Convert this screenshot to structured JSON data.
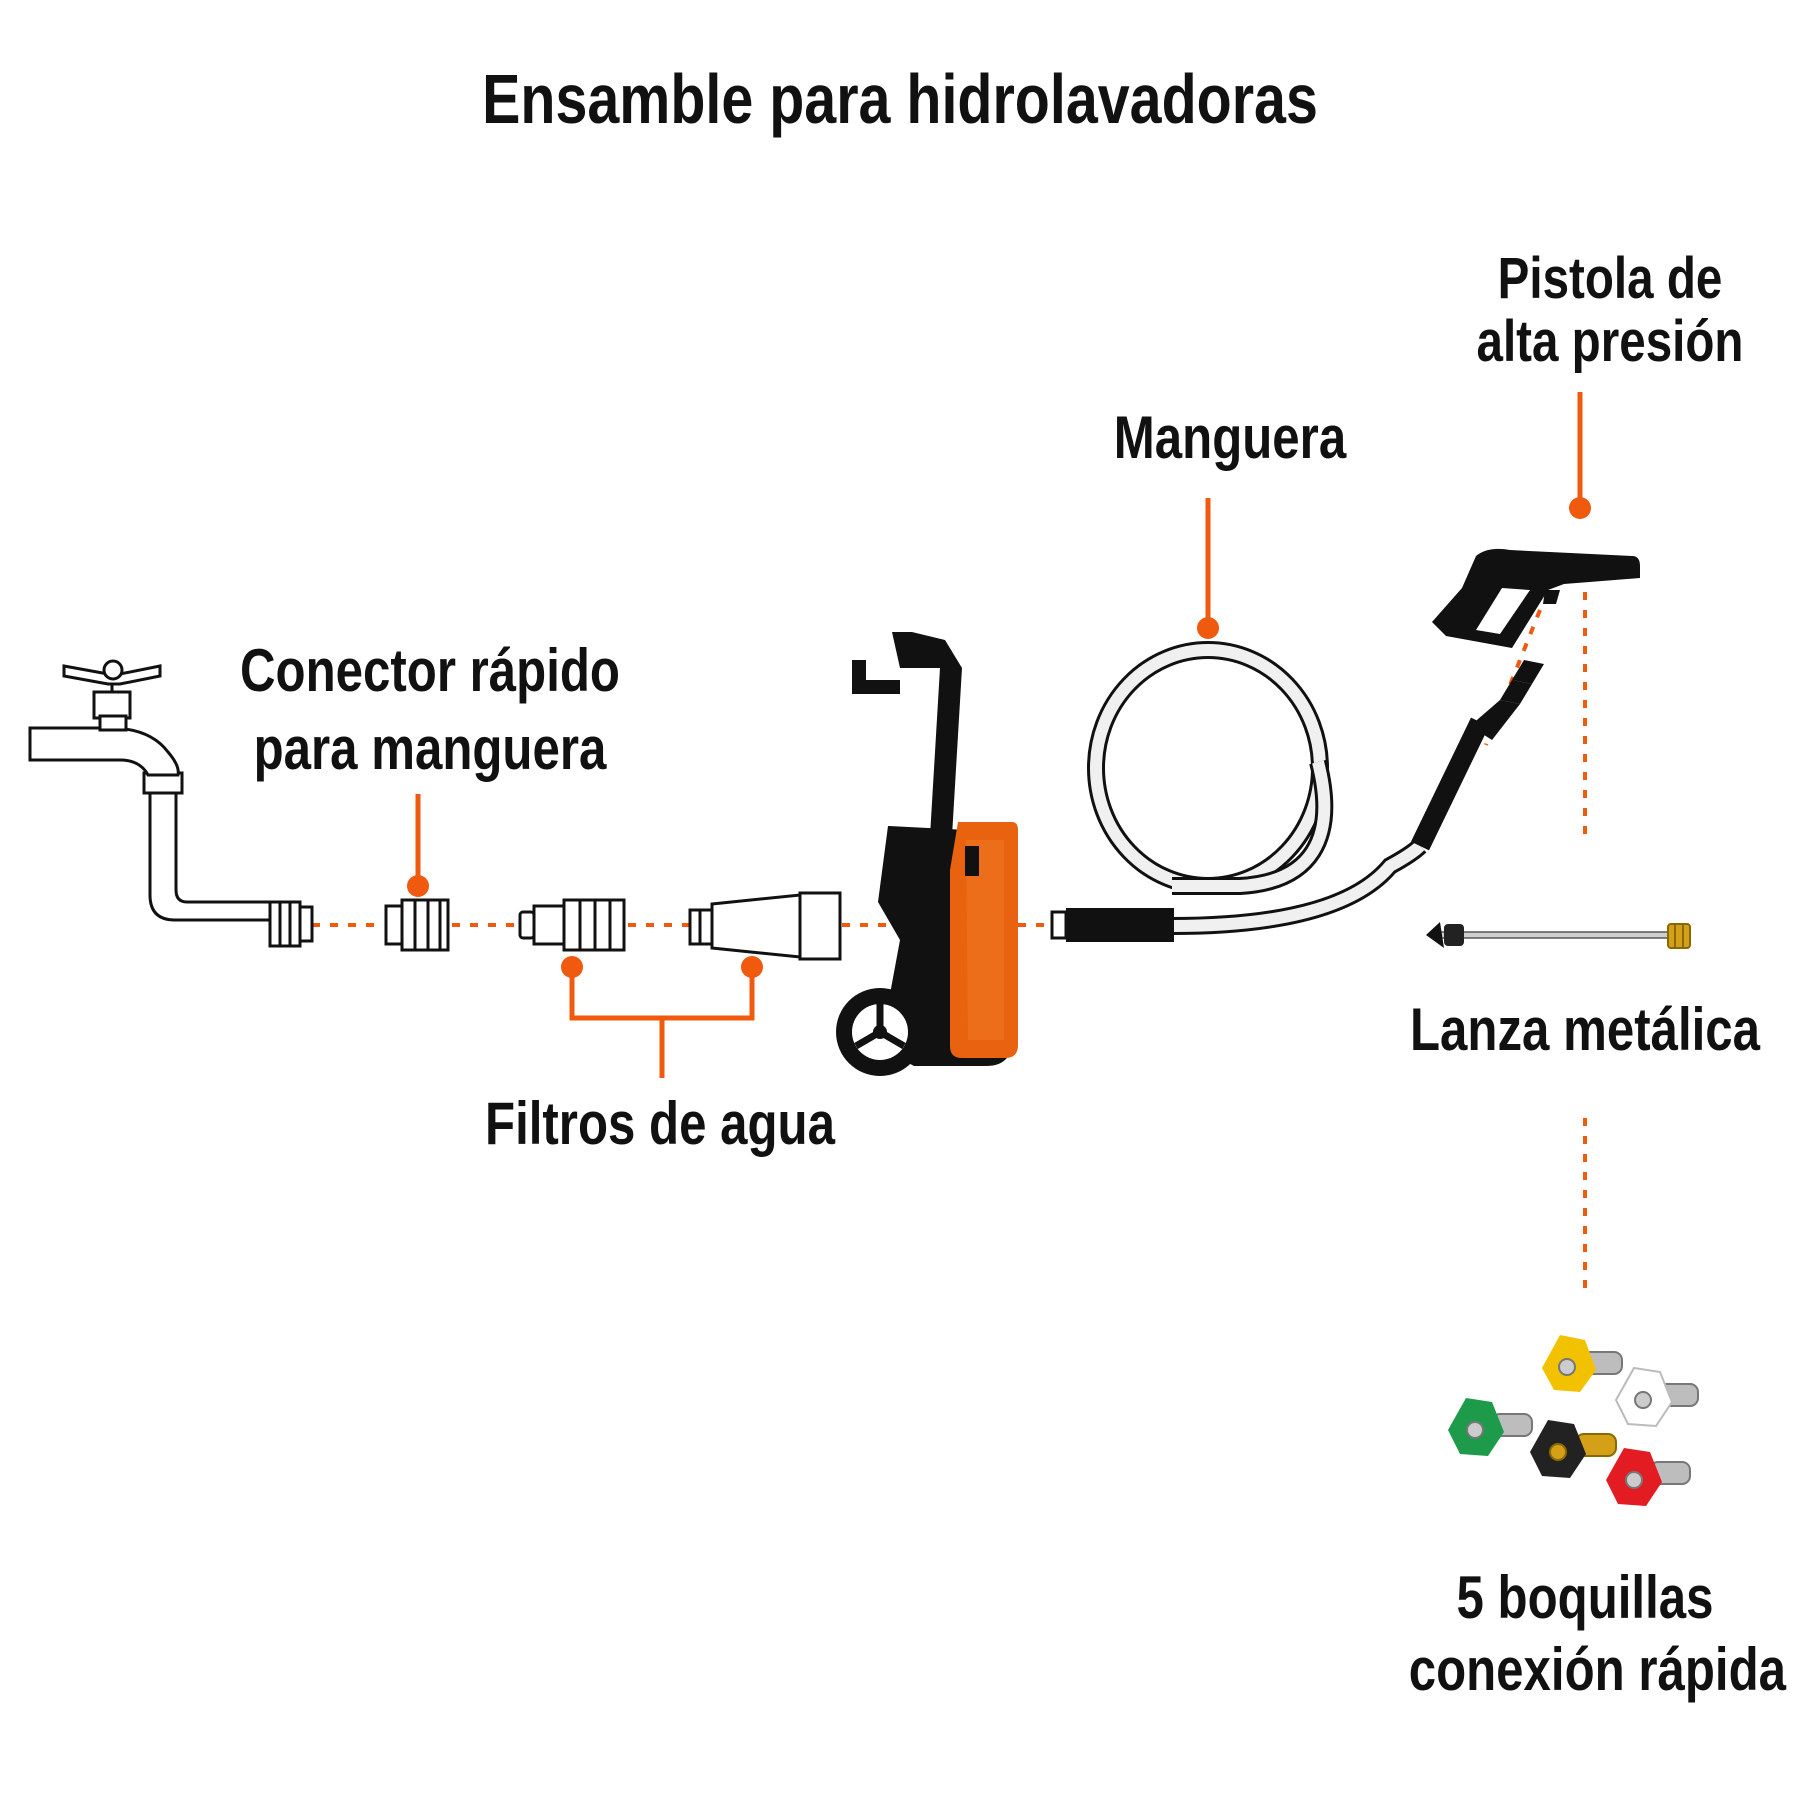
{
  "title": "Ensamble para hidrolavadoras",
  "labels": {
    "conector": [
      "Conector rápido",
      "para manguera"
    ],
    "filtros": "Filtros de agua",
    "manguera": "Manguera",
    "pistola": [
      "Pistola de",
      "alta presión"
    ],
    "lanza": "Lanza metálica",
    "boquillas": [
      "5 boquillas",
      "conexión rápida"
    ]
  },
  "colors": {
    "accent": "#F05A0F",
    "ink": "#111111",
    "machine_orange": "#E8620F",
    "nozzles": [
      "#F2C200",
      "#FFFFFF",
      "#1E9A4B",
      "#222222",
      "#E31B23"
    ]
  },
  "components": [
    "faucet-icon",
    "quick-connector-icon",
    "filter-adapter-icon",
    "water-filter-icon",
    "pressure-washer-icon",
    "hose-reel-icon",
    "spray-gun-icon",
    "metal-lance-icon",
    "nozzle-set-icon"
  ]
}
